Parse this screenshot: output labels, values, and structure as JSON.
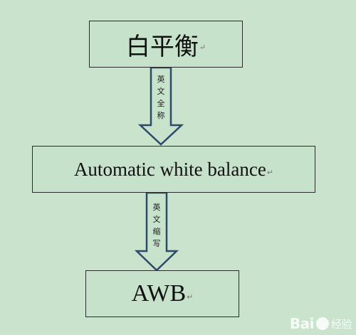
{
  "boxes": {
    "top": "白平衡",
    "middle": "Automatic white balance",
    "bottom": "AWB"
  },
  "paragraph_mark": "↵",
  "arrows": {
    "first_label": "英文全称",
    "second_label": "英文缩写"
  },
  "watermark": {
    "brand": "Bai",
    "suffix": "经验"
  },
  "colors": {
    "background": "#c9e3cd",
    "arrow_stroke": "#2d4a6a"
  }
}
